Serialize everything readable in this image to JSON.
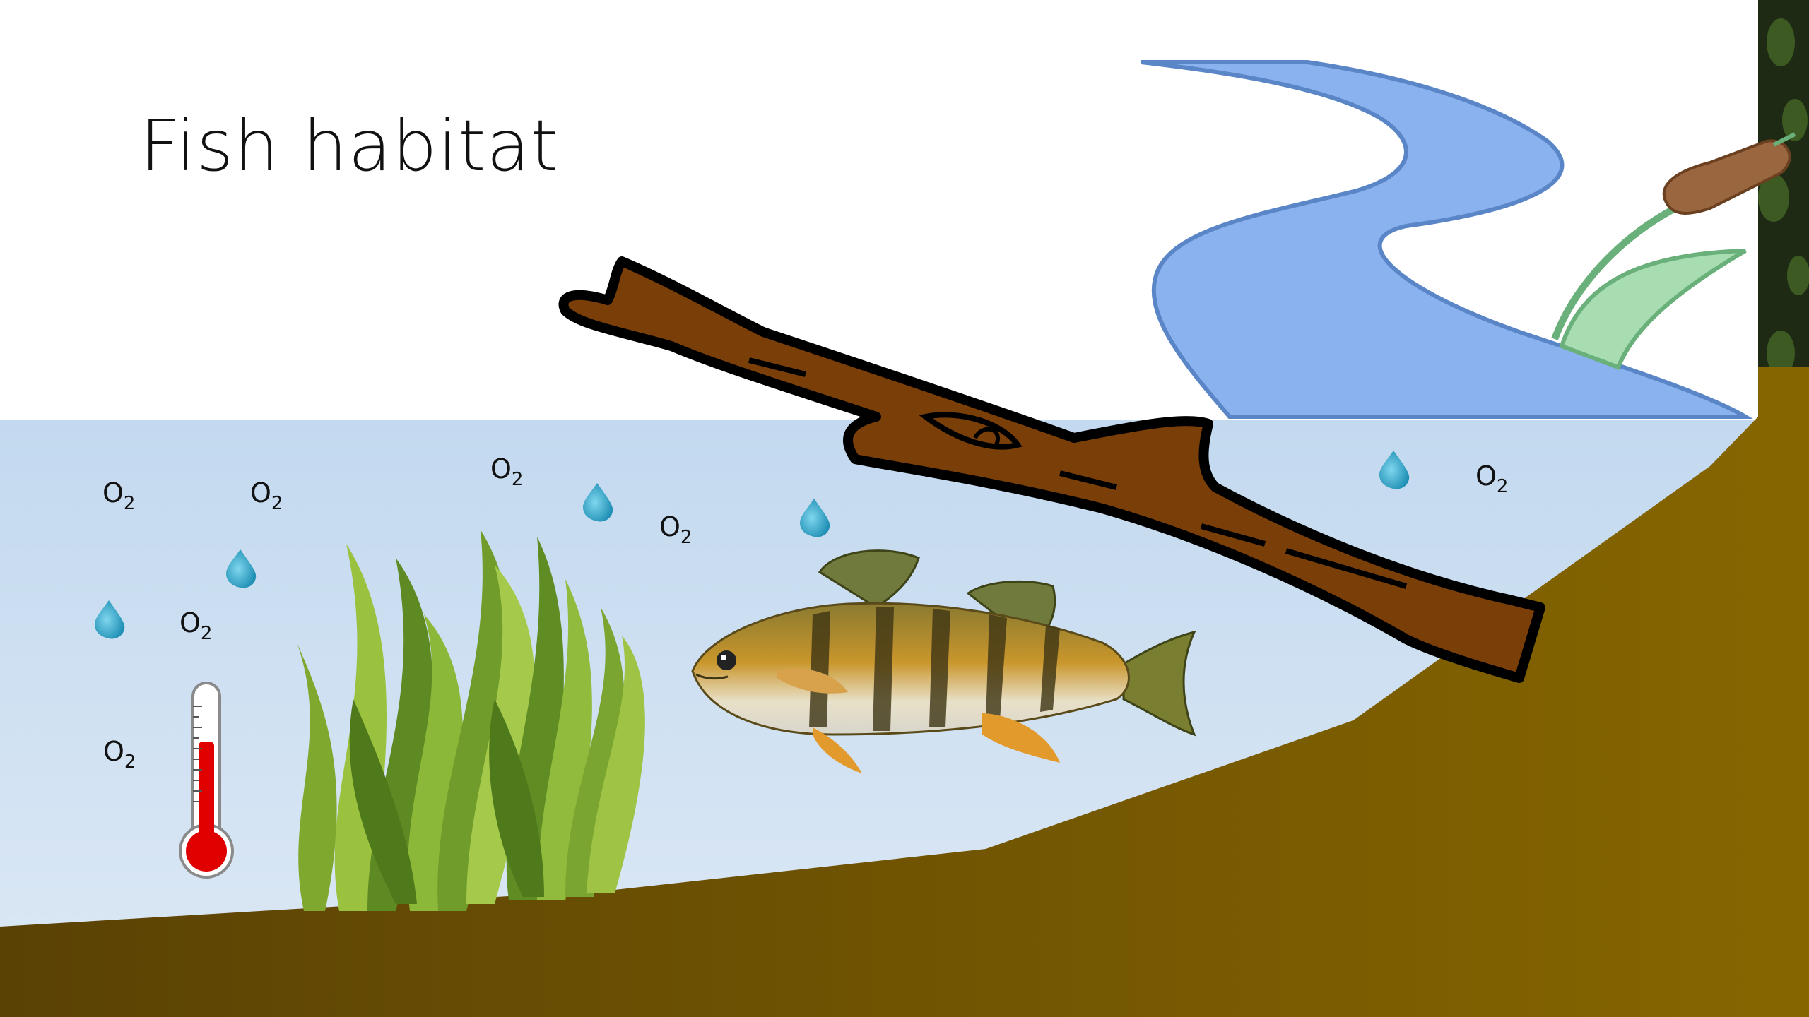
{
  "slide": {
    "title": "Fish habitat"
  },
  "labels": {
    "oxygen_main": "O",
    "oxygen_subscript": "2"
  },
  "colors": {
    "water_top": "#c3d9ef",
    "water_bottom": "#dde9f5",
    "stream": "#8ab2ee",
    "stream_outline": "#5a86c8",
    "soil_left": "#5a4205",
    "soil_right": "#856500",
    "branch": "#7a3e08",
    "droplet": "#2aa3c8",
    "thermometer_fill": "#e00000",
    "cattail_head": "#9a6640",
    "cattail_leaf": "#8ccf98"
  },
  "icons": [
    "o2-label",
    "water-droplet-icon",
    "thermometer-icon",
    "fish-illustration",
    "branch-illustration",
    "aquatic-plant-illustration",
    "stream-illustration",
    "cattail-illustration"
  ]
}
